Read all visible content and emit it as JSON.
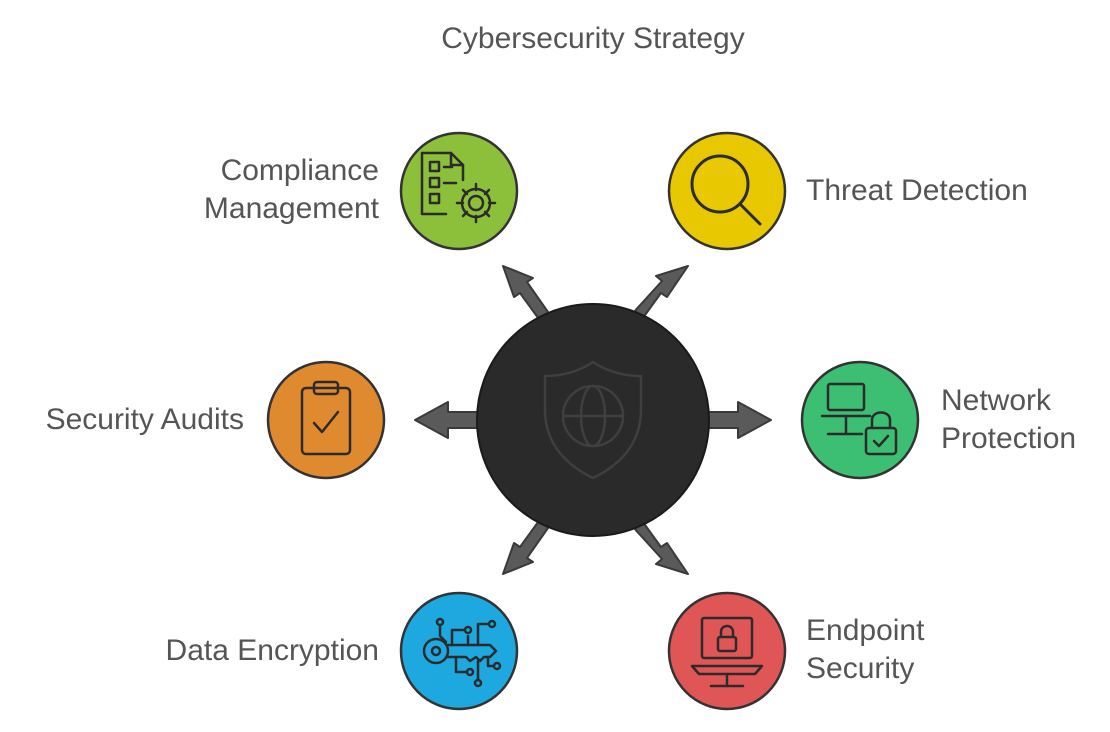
{
  "diagram": {
    "title": "Cybersecurity Strategy",
    "center": {
      "icon": "shield-globe-icon",
      "color": "#2a2a2a"
    },
    "nodes": [
      {
        "id": "compliance",
        "label_lines": [
          "Compliance",
          "Management"
        ],
        "icon": "document-gear-icon",
        "color": "#8cbf3a"
      },
      {
        "id": "threat",
        "label_lines": [
          "Threat Detection"
        ],
        "icon": "magnifier-icon",
        "color": "#e8c800"
      },
      {
        "id": "network",
        "label_lines": [
          "Network",
          "Protection"
        ],
        "icon": "computer-lock-icon",
        "color": "#3cbf72"
      },
      {
        "id": "endpoint",
        "label_lines": [
          "Endpoint",
          "Security"
        ],
        "icon": "laptop-lock-icon",
        "color": "#e05656"
      },
      {
        "id": "encryption",
        "label_lines": [
          "Data Encryption"
        ],
        "icon": "key-circuit-icon",
        "color": "#1ea8e0"
      },
      {
        "id": "audits",
        "label_lines": [
          "Security Audits"
        ],
        "icon": "clipboard-check-icon",
        "color": "#e08a30"
      }
    ]
  }
}
